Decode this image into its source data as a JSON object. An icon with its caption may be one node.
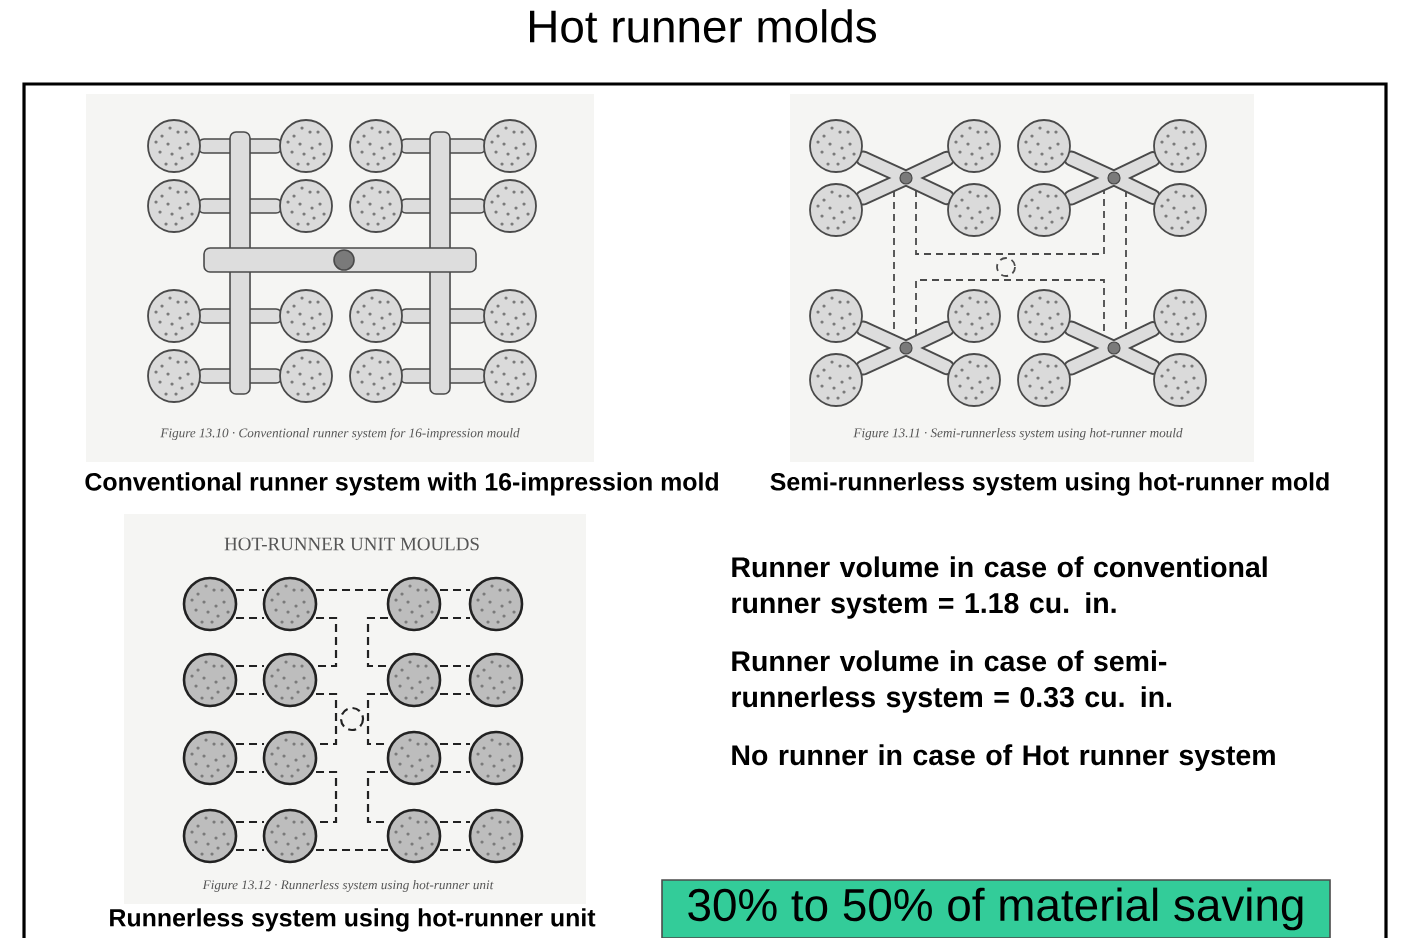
{
  "diagram": {
    "title": "Hot runner molds",
    "nodes": [
      {
        "text": [
          "Figure 13.10 · Conventional runner system for 16-impression mould"
        ],
        "beside": [
          "Conventional runner system with 16-impression mold"
        ]
      },
      {
        "text": [
          "Figure 13.11 · Semi-runnerless system using hot-runner mould"
        ],
        "beside": [
          "Semi-runnerless system using hot-runner mold"
        ]
      },
      {
        "text": [
          "HOT-RUNNER UNIT MOULDS",
          "Figure 13.12 · Runnerless system using hot-runner unit"
        ],
        "beside": [
          "Runnerless system using hot-runner unit"
        ]
      },
      {
        "text": [
          "30% to 50% of material saving"
        ]
      }
    ],
    "labels": [
      "Runner volume in case of conventional runner system = 1.18 cu. in.",
      "Runner volume in case of semi-runnerless system = 0.33 cu. in.",
      "No runner in case of Hot runner system"
    ]
  }
}
